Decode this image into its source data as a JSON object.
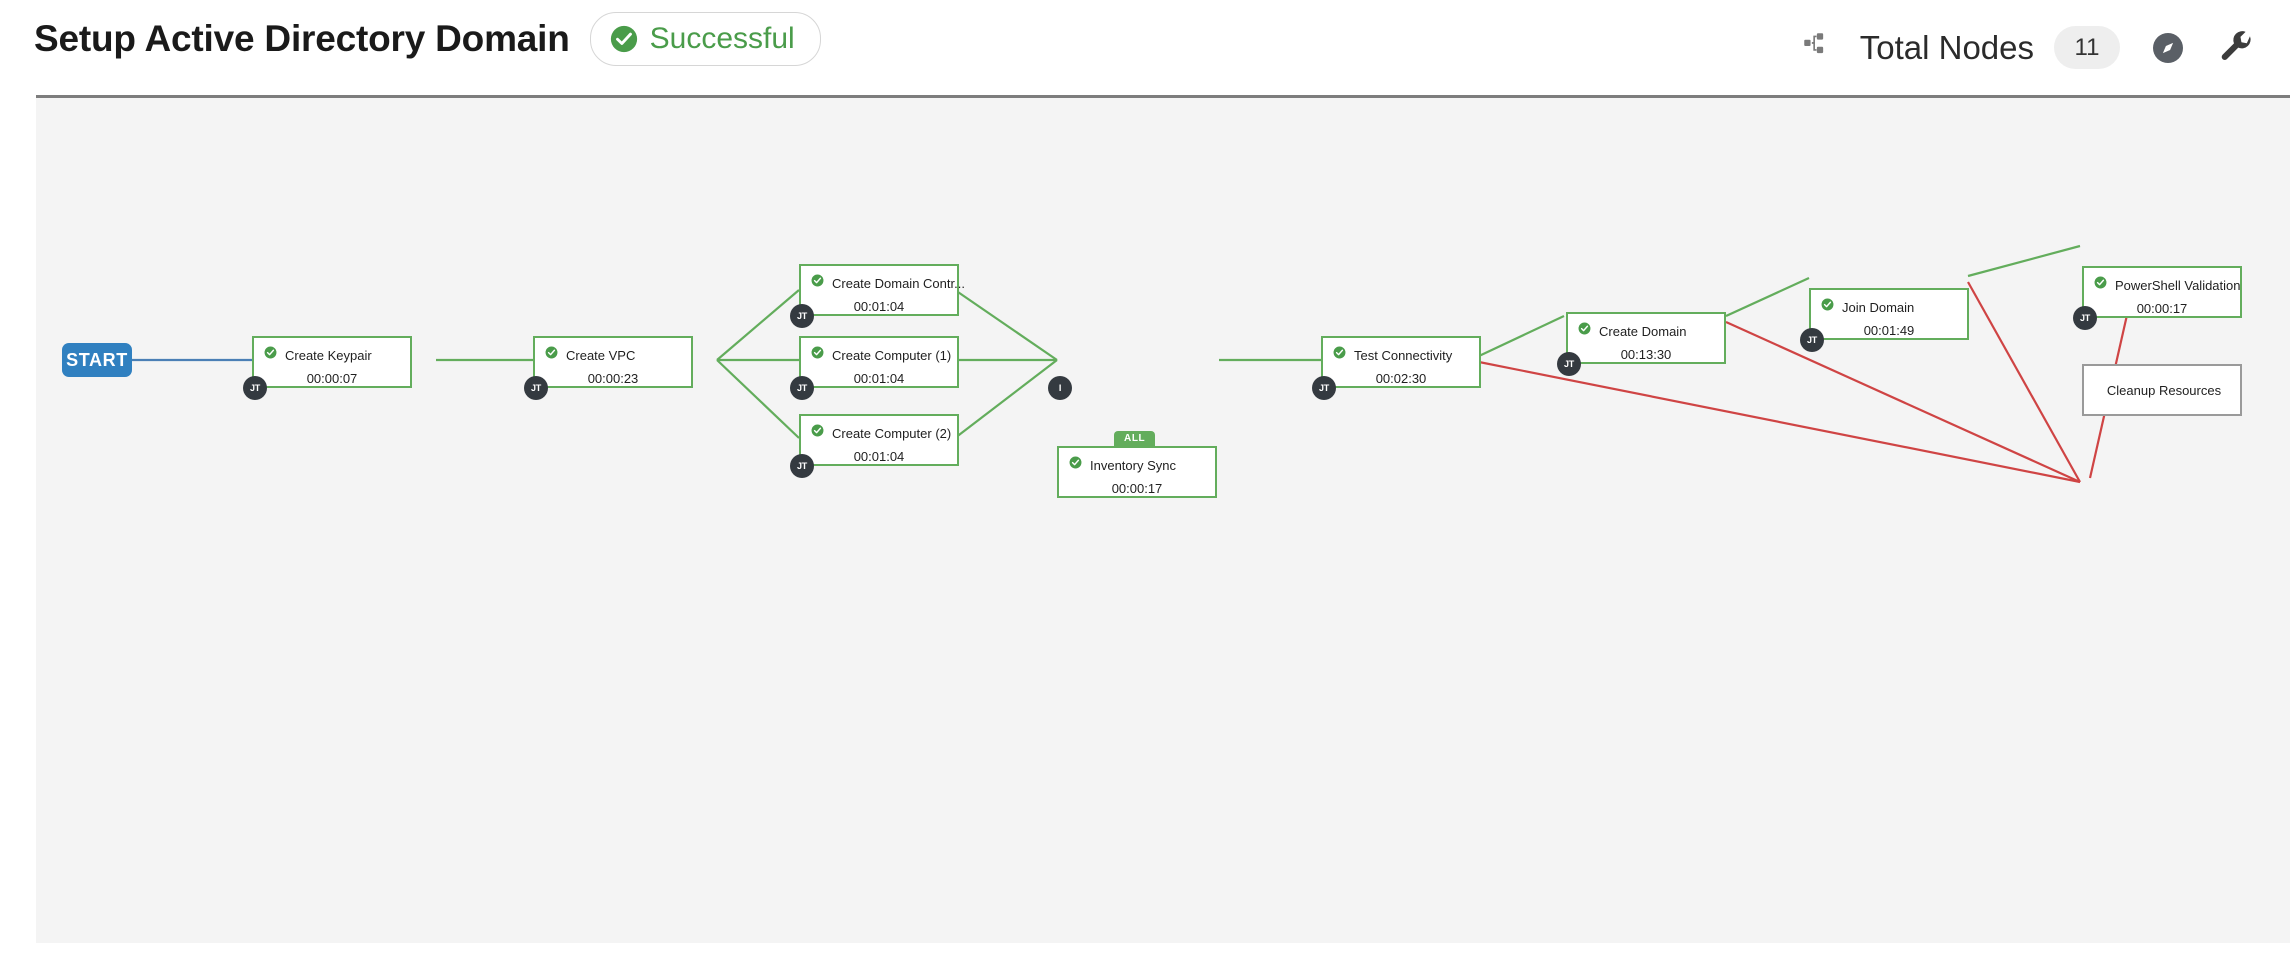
{
  "header": {
    "title": "Setup Active Directory Domain",
    "status": {
      "label": "Successful",
      "icon": "check-circle-icon",
      "color": "#4a9c4a"
    },
    "sitemap_icon": "sitemap-icon",
    "total_nodes_label": "Total Nodes",
    "total_nodes_count": "11",
    "compass_icon": "compass-icon",
    "wrench_icon": "wrench-icon"
  },
  "graph": {
    "start": {
      "label": "START",
      "color": "#3080c0"
    },
    "colors": {
      "success_edge": "#63ad5c",
      "failure_edge": "#cf4444",
      "start_edge": "#4a7fb5",
      "success_border": "#63ad5c",
      "pending_border": "#9a9a9a",
      "avatar_bg": "#343a40"
    },
    "nodes": [
      {
        "id": "create-keypair",
        "title": "Create Keypair",
        "duration": "00:00:07",
        "status": "success",
        "avatar": "JT",
        "badge": null
      },
      {
        "id": "create-vpc",
        "title": "Create VPC",
        "duration": "00:00:23",
        "status": "success",
        "avatar": "JT",
        "badge": null
      },
      {
        "id": "create-domain-controller",
        "title": "Create Domain Contr...",
        "duration": "00:01:04",
        "status": "success",
        "avatar": "JT",
        "badge": null
      },
      {
        "id": "create-computer-1",
        "title": "Create Computer (1)",
        "duration": "00:01:04",
        "status": "success",
        "avatar": "JT",
        "badge": null
      },
      {
        "id": "create-computer-2",
        "title": "Create Computer (2)",
        "duration": "00:01:04",
        "status": "success",
        "avatar": "JT",
        "badge": null
      },
      {
        "id": "inventory-sync",
        "title": "Inventory Sync",
        "duration": "00:00:17",
        "status": "success",
        "avatar": "I",
        "badge": "ALL"
      },
      {
        "id": "test-connectivity",
        "title": "Test Connectivity",
        "duration": "00:02:30",
        "status": "success",
        "avatar": "JT",
        "badge": null
      },
      {
        "id": "create-domain",
        "title": "Create Domain",
        "duration": "00:13:30",
        "status": "success",
        "avatar": "JT",
        "badge": null
      },
      {
        "id": "join-domain",
        "title": "Join Domain",
        "duration": "00:01:49",
        "status": "success",
        "avatar": "JT",
        "badge": null
      },
      {
        "id": "powershell-validation",
        "title": "PowerShell Validation",
        "duration": "00:00:17",
        "status": "success",
        "avatar": "JT",
        "badge": null
      },
      {
        "id": "cleanup-resources",
        "title": "Cleanup Resources",
        "duration": "",
        "status": "pending",
        "avatar": null,
        "badge": null
      }
    ]
  }
}
